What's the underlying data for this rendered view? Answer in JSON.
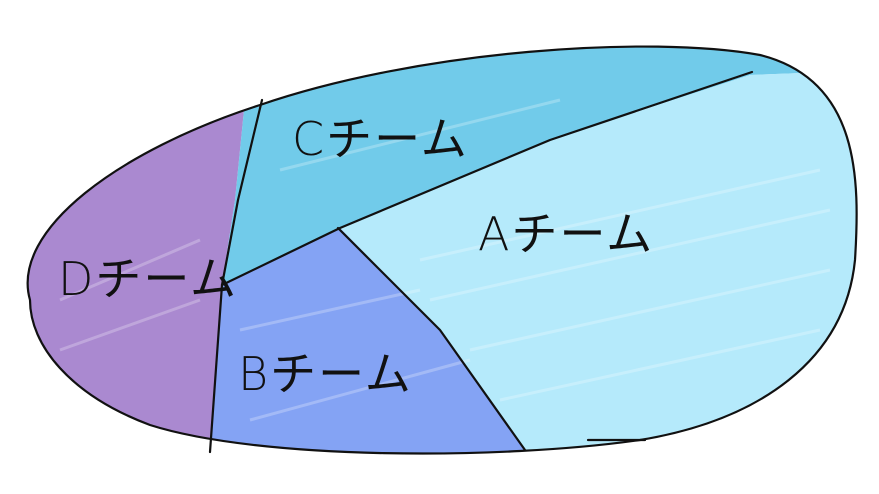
{
  "diagram": {
    "regions": [
      {
        "id": "A",
        "label": "Aチーム",
        "color": "#a8e6fa"
      },
      {
        "id": "B",
        "label": "Bチーム",
        "color": "#6f93f2"
      },
      {
        "id": "C",
        "label": "Cチーム",
        "color": "#58c2e6"
      },
      {
        "id": "D",
        "label": "Dチーム",
        "color": "#9b74c8"
      }
    ]
  }
}
